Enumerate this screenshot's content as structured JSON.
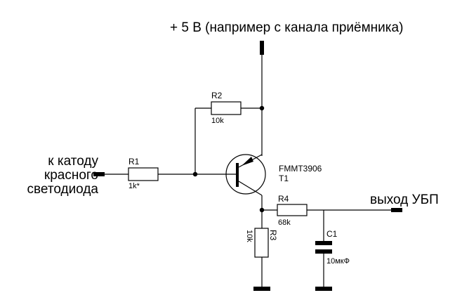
{
  "supply_label": "+ 5 В (например с канала приёмника)",
  "input_label": [
    "к катоду",
    "красного",
    "светодиода"
  ],
  "output_label": "выход УБП",
  "components": {
    "R1": {
      "ref": "R1",
      "value": "1k*"
    },
    "R2": {
      "ref": "R2",
      "value": "10k"
    },
    "R3": {
      "ref": "R3",
      "value": "10k"
    },
    "R4": {
      "ref": "R4",
      "value": "68k"
    },
    "C1": {
      "ref": "C1",
      "value": "10мкФ"
    },
    "T1": {
      "ref": "T1",
      "part": "FMMT3906"
    }
  }
}
